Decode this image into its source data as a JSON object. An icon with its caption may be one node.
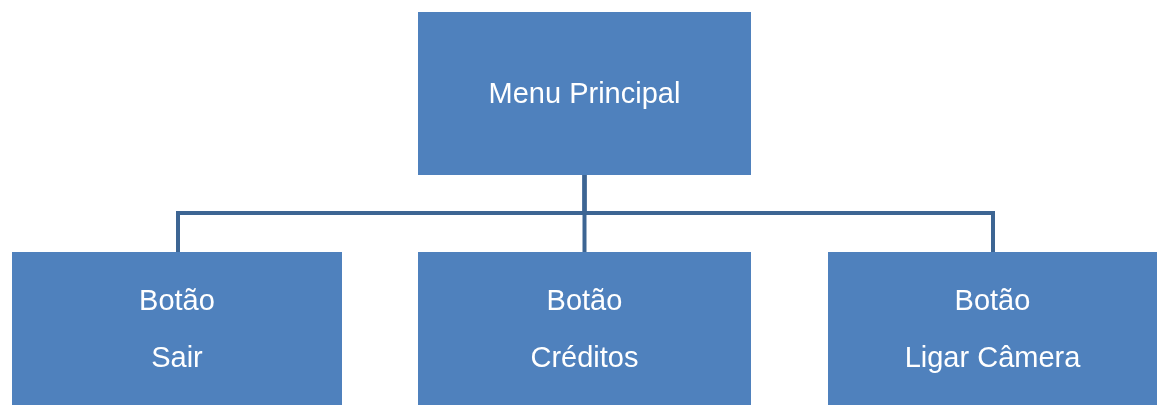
{
  "diagram": {
    "nodes": [
      {
        "text": [
          "Menu Principal"
        ]
      },
      {
        "text": [
          "Botão",
          "Sair"
        ]
      },
      {
        "text": [
          "Botão",
          "Créditos"
        ]
      },
      {
        "text": [
          "Botão",
          "Ligar Câmera"
        ]
      }
    ],
    "edges": [
      {
        "from": 0,
        "to": 1,
        "arrow": "none"
      },
      {
        "from": 0,
        "to": 2,
        "arrow": "none"
      },
      {
        "from": 0,
        "to": 3,
        "arrow": "none"
      }
    ]
  }
}
